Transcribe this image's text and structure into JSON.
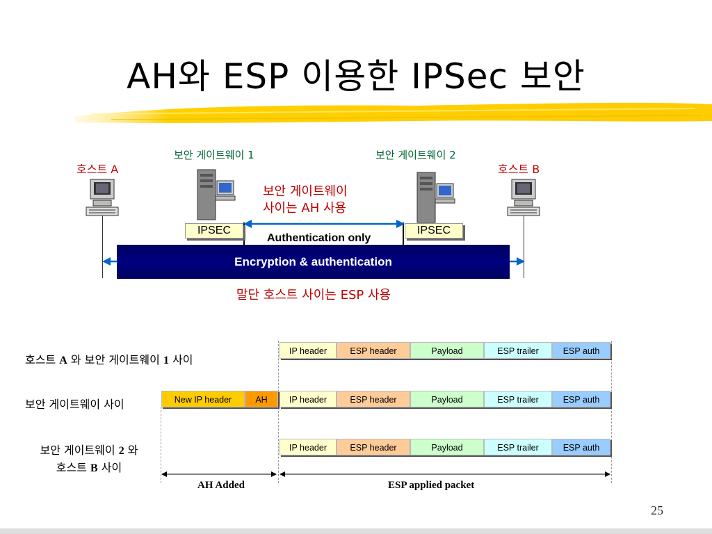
{
  "title": "AH와 ESP 이용한 IPSec 보안",
  "network": {
    "host_a": "호스트 A",
    "host_b": "호스트 B",
    "gateway1": "보안 게이트웨이 1",
    "gateway2": "보안 게이트웨이 2",
    "ipsec_left": "IPSEC",
    "ipsec_right": "IPSEC",
    "ah_note_line1": "보안 게이트웨이",
    "ah_note_line2": "사이는 AH 사용",
    "auth_only": "Authentication only",
    "encryption": "Encryption & authentication",
    "esp_note": "말단 호스트 사이는 ESP 사용"
  },
  "packets": {
    "row1_label": [
      "호스트",
      "A",
      " 와 보안 게이트웨이 ",
      "1",
      " 사이"
    ],
    "row2_label": "보안 게이트웨이 사이",
    "row3_label_line1": [
      "보안 게이트웨이 ",
      "2",
      " 와"
    ],
    "row3_label_line2": [
      "호스트 ",
      "B",
      " 사이"
    ],
    "ip_header": "IP header",
    "esp_header": "ESP header",
    "payload": "Payload",
    "esp_trailer": "ESP trailer",
    "esp_auth": "ESP auth",
    "new_ip_header": "New IP header",
    "ah": "AH",
    "ah_added": "AH Added",
    "esp_applied": "ESP applied packet"
  },
  "colors": {
    "ip_header": "#ffffcc",
    "esp_header": "#ffcc99",
    "payload": "#ccffcc",
    "esp_trailer": "#ccffff",
    "esp_auth": "#99ccff",
    "new_ip_header": "#ffcc00",
    "ah": "#ff9900",
    "accent_red": "#c00000",
    "accent_green": "#006633"
  },
  "page_number": "25"
}
